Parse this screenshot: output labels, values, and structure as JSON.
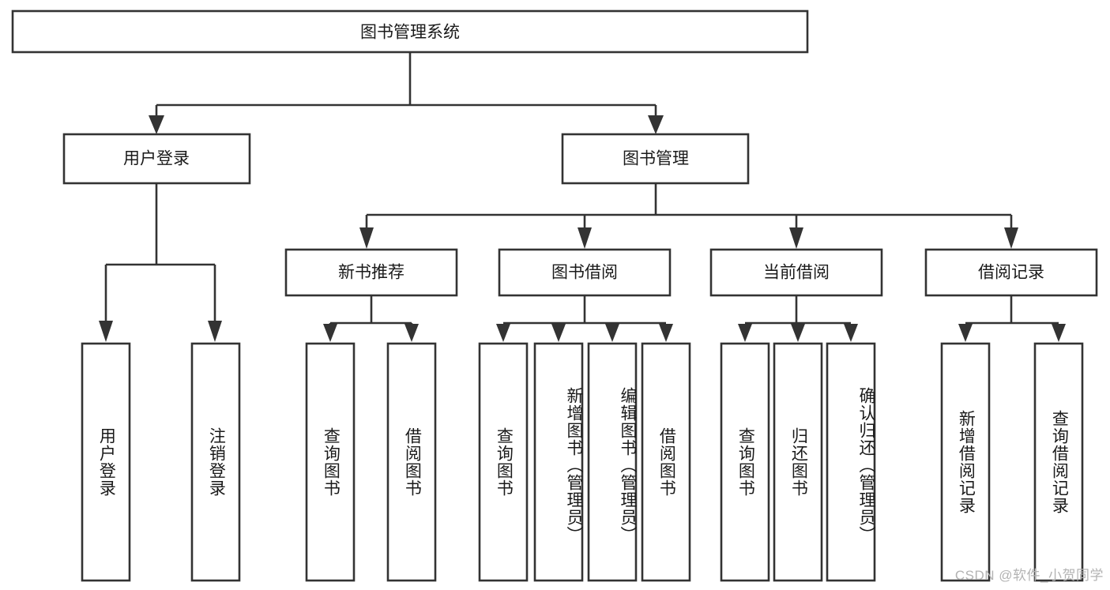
{
  "diagram": {
    "title_text": "图书管理系统",
    "type": "hierarchy-tree",
    "colors": {
      "box_stroke": "#333333",
      "box_fill": "#ffffff",
      "text": "#1a1a1a",
      "background": "#ffffff",
      "watermark": "#b3b3b3"
    },
    "root": {
      "label": "图书管理系统"
    },
    "level2": [
      {
        "label": "用户登录"
      },
      {
        "label": "图书管理"
      }
    ],
    "level3": [
      {
        "label": "新书推荐"
      },
      {
        "label": "图书借阅"
      },
      {
        "label": "当前借阅"
      },
      {
        "label": "借阅记录"
      }
    ],
    "leaves": {
      "user_login": [
        {
          "label": "用户登录"
        },
        {
          "label": "注销登录"
        }
      ],
      "new_book_recommend": [
        {
          "label": "查询图书"
        },
        {
          "label": "借阅图书"
        }
      ],
      "book_borrow": [
        {
          "label": "查询图书"
        },
        {
          "label": "新增图书（管理员）"
        },
        {
          "label": "编辑图书（管理员）"
        },
        {
          "label": "借阅图书"
        }
      ],
      "current_borrow": [
        {
          "label": "查询图书"
        },
        {
          "label": "归还图书"
        },
        {
          "label": "确认归还（管理员）"
        }
      ],
      "borrow_record": [
        {
          "label": "新增借阅记录"
        },
        {
          "label": "查询借阅记录"
        }
      ]
    },
    "watermark": "CSDN @软件_小贺同学"
  }
}
